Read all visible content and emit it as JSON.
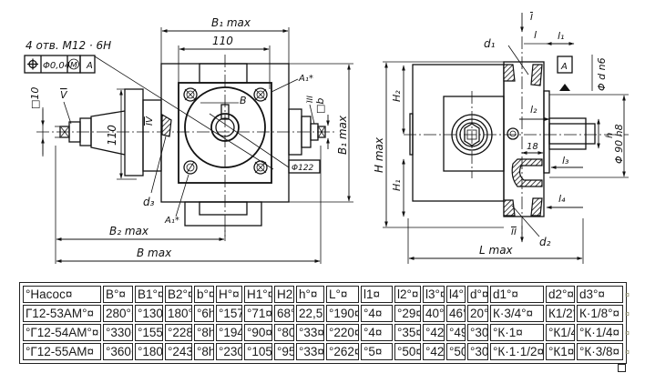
{
  "drawing": {
    "front_view": {
      "note_holes": "4 отв. М12 · 6Н",
      "tolerance_frame": {
        "symbol": "position-icon",
        "value": "Φ0,04",
        "modifier": "M",
        "datum": "A"
      },
      "dim_B1max": "B₁ max",
      "dim_110_top": "110",
      "dim_110_side": "110",
      "dim_Bmax_side": "B₁ max",
      "dim_B2max": "B₂ max",
      "dim_Bmax": "B max",
      "label_square10": "□10",
      "label_square_b": "□b",
      "label_V": "V",
      "label_IV": "IV",
      "label_III": "III",
      "label_A1_top": "A₁*",
      "label_A1_bottom": "A₁*",
      "label_B": "B",
      "label_d3": "d₃",
      "label_phi122": "Φ122"
    },
    "side_view": {
      "label_I": "I",
      "label_II": "II",
      "label_l": "l",
      "label_l1": "l₁",
      "label_l2": "l₂",
      "label_l3": "l₃",
      "label_l4": "l₄",
      "label_18": "18",
      "label_h": "h",
      "label_d1": "d₁",
      "label_d2": "d₂",
      "label_A_datum": "A",
      "label_phi_d": "Φ d n6",
      "label_phi90": "Φ 90 h8",
      "label_H2": "H₂",
      "label_H1": "H₁",
      "label_Hmax": "H max",
      "label_Lmax": "L max"
    }
  },
  "table": {
    "headers": [
      "°Насос¤",
      "B°¤",
      "B1°¤",
      "B2°¤",
      "b°¤",
      "H°¤",
      "H1°¤",
      "H2°¤",
      "h°¤",
      "L°¤",
      "l1¤",
      "l2°¤",
      "l3°¤",
      "l4°¤",
      "d°¤",
      "d1°¤",
      "d2°¤",
      "d3°¤"
    ],
    "rows": [
      [
        "Г12-53АМ°¤",
        "280°¤",
        "°130",
        "180°",
        "°6h",
        "°157",
        "°71¤",
        "68°",
        "22,5°",
        "°190¤",
        "°4¤",
        "°29¤",
        "40°",
        "46°",
        "20°",
        "К·3/4°¤",
        "К1/2°",
        "К·1/8°¤"
      ],
      [
        "°Г12-54АМ°¤",
        "°330¤",
        "°155",
        "°228",
        "°8h",
        "°194",
        "°90¤",
        "°80",
        "°33¤",
        "°220¤",
        "°4¤",
        "°35¤",
        "°42",
        "°49",
        "°30",
        "°К·1¤",
        "°К1/4",
        "°К·1/4¤"
      ],
      [
        "°Г12-55АМ¤",
        "°360¤",
        "°180",
        "°243",
        "°8h",
        "°230",
        "°105",
        "°95",
        "°33¤",
        "°262¤",
        "°5¤",
        "°50¤",
        "°42",
        "°50",
        "°30",
        "°К·1·1/2¤",
        "°К1¤",
        "°К·3/8¤"
      ]
    ],
    "row_end_marks": [
      "¤",
      "¤",
      "¤",
      "¤"
    ]
  }
}
